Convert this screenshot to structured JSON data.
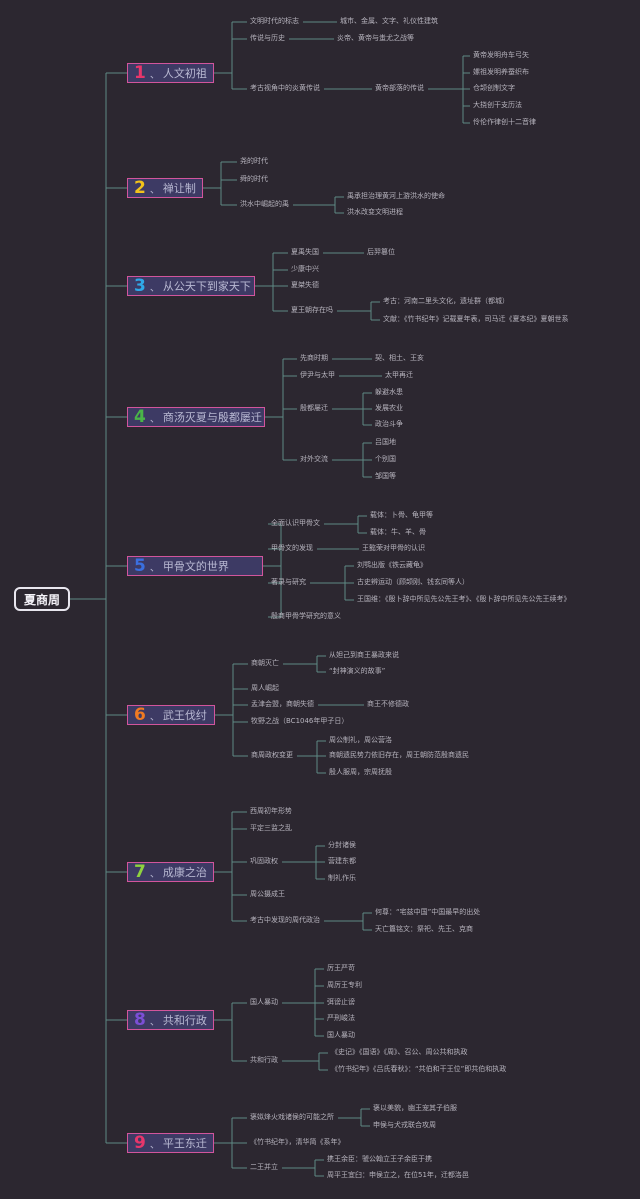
{
  "root": {
    "label": "夏商周"
  },
  "colors": {
    "line": "#5e8a84",
    "box_border": "#d2559c",
    "box_fill": "#3d3a64"
  },
  "sections": [
    {
      "num": "1",
      "title": "人文初祖",
      "color": "#e8366b",
      "items": [
        {
          "text": "文明时代的标志",
          "children": [
            {
              "text": "城市、金属、文字、礼仪性建筑"
            }
          ]
        },
        {
          "text": "传说与历史",
          "children": [
            {
              "text": "炎帝、黄帝与蚩尤之战等"
            }
          ]
        },
        {
          "text": "考古视角中的炎黄传说",
          "children": [
            {
              "text": "黄帝部落的传说",
              "children": [
                {
                  "text": "黄帝发明舟车弓矢"
                },
                {
                  "text": "嫘祖发明养蚕织布"
                },
                {
                  "text": "仓颉创制文字"
                },
                {
                  "text": "大挠创干支历法"
                },
                {
                  "text": "伶伦作律创十二音律"
                }
              ]
            }
          ]
        }
      ]
    },
    {
      "num": "2",
      "title": "禅让制",
      "color": "#f1c21b",
      "items": [
        {
          "text": "尧的时代"
        },
        {
          "text": "舜的时代"
        },
        {
          "text": "洪水中崛起的禹",
          "children": [
            {
              "text": "禹承担治理黄河上游洪水的使命"
            },
            {
              "text": "洪水改变文明进程"
            }
          ]
        }
      ]
    },
    {
      "num": "3",
      "title": "从公天下到家天下",
      "color": "#2fa8e8",
      "items": [
        {
          "text": "夏禹失国",
          "children": [
            {
              "text": "后羿篡位"
            }
          ]
        },
        {
          "text": "少康中兴"
        },
        {
          "text": "夏桀失德"
        },
        {
          "text": "夏王朝存在吗",
          "children": [
            {
              "text": "考古：河南二里头文化，遗址群（都城）"
            },
            {
              "text": "文献：《竹书纪年》记载夏年表，司马迁《夏本纪》夏朝世系"
            }
          ]
        }
      ]
    },
    {
      "num": "4",
      "title": "商汤灭夏与殷都屡迁",
      "color": "#4ab548",
      "items": [
        {
          "text": "先商时期",
          "children": [
            {
              "text": "契、相土、王亥"
            }
          ]
        },
        {
          "text": "伊尹与太甲",
          "children": [
            {
              "text": "太甲再迁"
            }
          ]
        },
        {
          "text": "殷都屡迁",
          "children": [
            {
              "text": "躲避水患"
            },
            {
              "text": "发展农业"
            },
            {
              "text": "政治斗争"
            }
          ]
        },
        {
          "text": "对外交流",
          "children": [
            {
              "text": "吕国地"
            },
            {
              "text": "个别国"
            },
            {
              "text": "邹国等"
            }
          ]
        }
      ]
    },
    {
      "num": "5",
      "title": "甲骨文的世界",
      "color": "#3b6fe0",
      "items": [
        {
          "text": "全面认识甲骨文",
          "children": [
            {
              "text": "载体：卜骨、龟甲等"
            },
            {
              "text": "载体：牛、羊、骨"
            }
          ]
        },
        {
          "text": "甲骨文的发现",
          "children": [
            {
              "text": "王懿荣对甲骨的认识"
            }
          ]
        },
        {
          "text": "著录与研究",
          "children": [
            {
              "text": "刘鹗出版《铁云藏龟》"
            },
            {
              "text": "古史辨运动（顾颉刚、钱玄同等人）"
            },
            {
              "text": "王国维：《殷卜辞中所见先公先王考》、《殷卜辞中所见先公先王续考》"
            }
          ]
        },
        {
          "text": "殷商甲骨学研究的意义"
        }
      ]
    },
    {
      "num": "6",
      "title": "武王伐纣",
      "color": "#f07a22",
      "items": [
        {
          "text": "商朝灭亡",
          "children": [
            {
              "text": "从妲己到商王暴政来说"
            },
            {
              "text": "“封神演义的故事”"
            }
          ]
        },
        {
          "text": "周人崛起"
        },
        {
          "text": "孟津会盟，商朝失德",
          "children": [
            {
              "text": "商王不修德政"
            }
          ]
        },
        {
          "text": "牧野之战（BC1046年甲子日）"
        },
        {
          "text": "商周政权变更",
          "children": [
            {
              "text": "周公制礼，周公营洛"
            },
            {
              "text": "商朝遗民势力依旧存在，周王朝防范殷商遗民"
            },
            {
              "text": "殷人服周，宗周抚殷"
            }
          ]
        }
      ]
    },
    {
      "num": "7",
      "title": "成康之治",
      "color": "#8fd23f",
      "items": [
        {
          "text": "西周初年形势"
        },
        {
          "text": "平定三监之乱"
        },
        {
          "text": "巩固政权",
          "children": [
            {
              "text": "分封诸侯"
            },
            {
              "text": "营建东都"
            },
            {
              "text": "制礼作乐"
            }
          ]
        },
        {
          "text": "周公摄成王"
        },
        {
          "text": "考古中发现的周代政治",
          "children": [
            {
              "text": "何尊：“宅兹中国”中国最早的出处"
            },
            {
              "text": "天亡簋铭文：祭祀、先王、克商"
            }
          ]
        }
      ]
    },
    {
      "num": "8",
      "title": "共和行政",
      "color": "#7c4fd6",
      "items": [
        {
          "text": "国人暴动",
          "children": [
            {
              "text": "厉王严苛"
            },
            {
              "text": "周厉王专利"
            },
            {
              "text": "弭谤止谤"
            },
            {
              "text": "严刑峻法"
            },
            {
              "text": "国人暴动"
            }
          ]
        },
        {
          "text": "共和行政",
          "children": [
            {
              "text": "《史记》《国语》《周》、召公、周公共和执政"
            },
            {
              "text": "《竹书纪年》《吕氏春秋》：“共伯和干王位”即共伯和执政"
            }
          ]
        }
      ]
    },
    {
      "num": "9",
      "title": "平王东迁",
      "color": "#e8366b",
      "items": [
        {
          "text": "褒姒烽火戏诸侯的可能之所",
          "children": [
            {
              "text": "褒以美貌，幽王宠其子伯服"
            },
            {
              "text": "申侯与犬戎联合攻周"
            }
          ]
        },
        {
          "text": "《竹书纪年》，清华简《系年》"
        },
        {
          "text": "二王并立",
          "children": [
            {
              "text": "携王余臣：虢公翰立王子余臣于携"
            },
            {
              "text": "周平王宜臼：申侯立之，在位51年，迁都洛邑"
            }
          ]
        }
      ]
    }
  ]
}
